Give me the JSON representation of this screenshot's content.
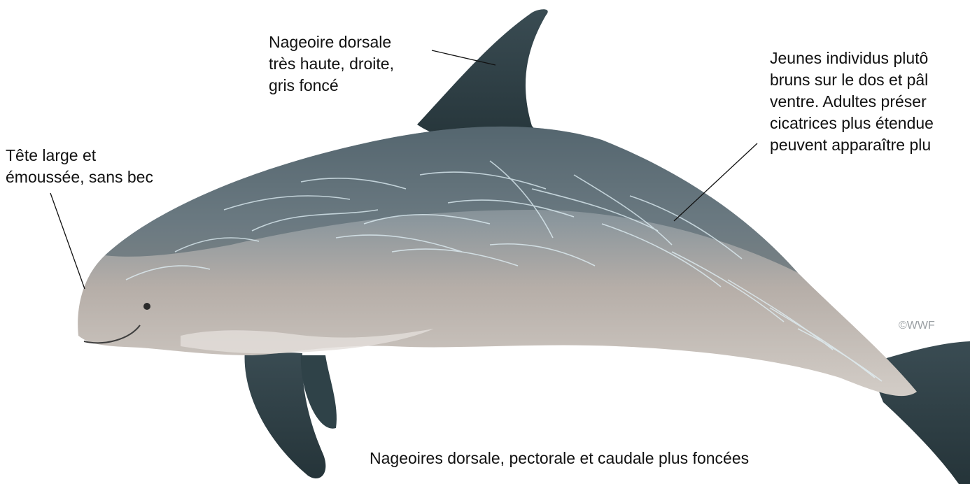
{
  "labels": {
    "dorsal_fin": [
      "Nageoire dorsale",
      "très haute, droite,",
      "gris foncé"
    ],
    "head": [
      "Tête large et",
      "émoussée, sans bec"
    ],
    "young": [
      "Jeunes individus plutô",
      "bruns sur le dos et pâl",
      "ventre. Adultes préser",
      "cicatrices plus étendue",
      "peuvent apparaître plu"
    ],
    "fins": "Nageoires dorsale, pectorale et caudale plus foncées"
  },
  "credit": "©WWF",
  "colors": {
    "background": "#ffffff",
    "text": "#111111",
    "dark_fin": "#2f4248",
    "body_upper": "#7f8d96",
    "body_lower": "#c4bdb6",
    "scar": "#dff0f7"
  }
}
